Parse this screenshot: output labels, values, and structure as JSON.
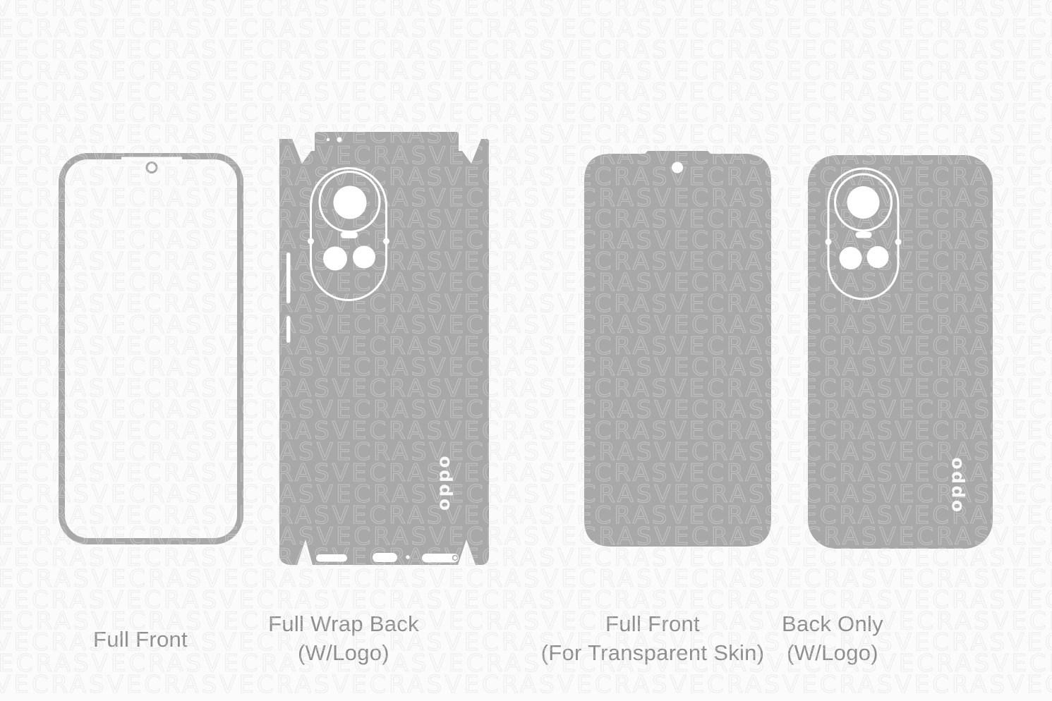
{
  "page": {
    "background": "#fbfbfb",
    "description_domain": "phone skin cut template preview sheet"
  },
  "colors": {
    "template_gray": "#a8a8a8",
    "cutout_white": "#ffffff",
    "watermark": "#e7e7e7",
    "watermark_on_gray": "rgba(255,255,255,0.30)",
    "label_text": "#8d8d8d",
    "page_bg": "#fbfbfb"
  },
  "watermark": {
    "text": "VECRAS"
  },
  "templates": [
    {
      "id": "full-front",
      "label_line1": "Full Front",
      "label_line2": ""
    },
    {
      "id": "full-wrap-back",
      "label_line1": "Full Wrap Back",
      "label_line2": "(W/Logo)",
      "logo_text": "oppo"
    },
    {
      "id": "full-front-transparent",
      "label_line1": "Full Front",
      "label_line2": "(For Transparent Skin)"
    },
    {
      "id": "back-only",
      "label_line1": "Back Only",
      "label_line2": "(W/Logo)",
      "logo_text": "oppo"
    }
  ]
}
